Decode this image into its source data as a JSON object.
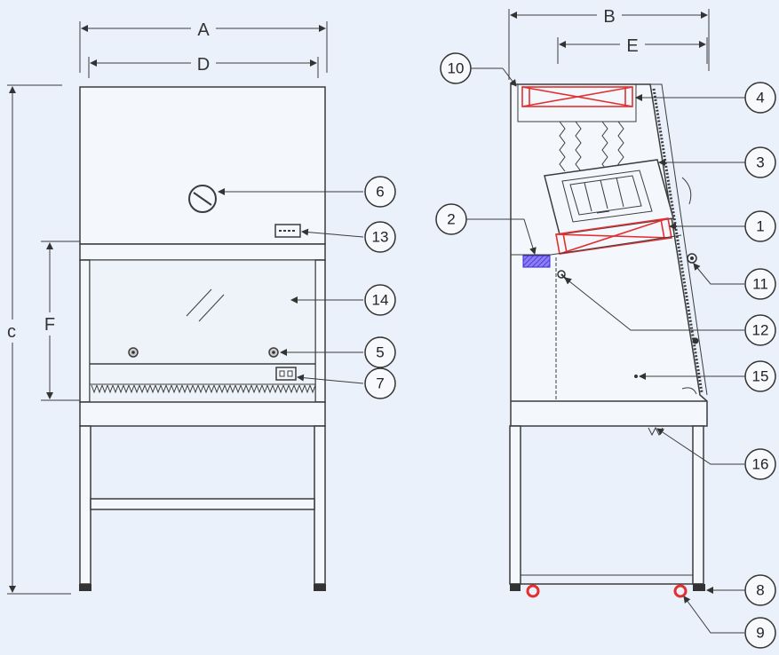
{
  "dimensions": {
    "A": "A",
    "B": "B",
    "C": "c",
    "D": "D",
    "E": "E",
    "F": "F"
  },
  "callouts": [
    {
      "key": "c6",
      "label": "6"
    },
    {
      "key": "c13",
      "label": "13"
    },
    {
      "key": "c14",
      "label": "14"
    },
    {
      "key": "c5",
      "label": "5"
    },
    {
      "key": "c7",
      "label": "7"
    },
    {
      "key": "c10",
      "label": "10"
    },
    {
      "key": "c4",
      "label": "4"
    },
    {
      "key": "c3",
      "label": "3"
    },
    {
      "key": "c2",
      "label": "2"
    },
    {
      "key": "c1",
      "label": "1"
    },
    {
      "key": "c11",
      "label": "11"
    },
    {
      "key": "c12",
      "label": "12"
    },
    {
      "key": "c15",
      "label": "15"
    },
    {
      "key": "c16",
      "label": "16"
    },
    {
      "key": "c8",
      "label": "8"
    },
    {
      "key": "c9",
      "label": "9"
    }
  ],
  "colors": {
    "background": "#eaf1fb",
    "line": "#3c3c3c",
    "filter": "#e23030",
    "sensor": "#6a4cf0"
  }
}
